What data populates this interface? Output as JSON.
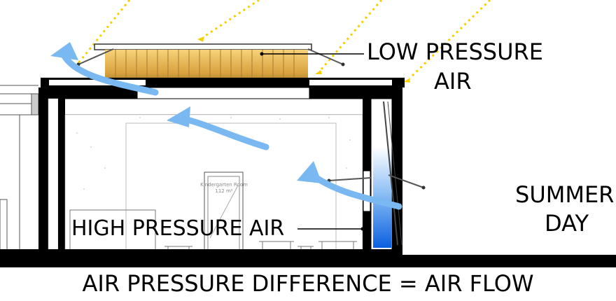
{
  "labels": {
    "low_pressure_line1": "LOW PRESSURE",
    "low_pressure_line2": "AIR",
    "high_pressure": "HIGH PRESSURE AIR",
    "season_line1": "SUMMER",
    "season_line2": "DAY",
    "caption": "AIR PRESSURE DIFFERENCE = AIR FLOW",
    "room_name": "Kindergarten Room",
    "room_area": "112 m²"
  },
  "colors": {
    "sun_rays": "#f4d000",
    "air_flow": "#7ab8f2",
    "wall": "#000000",
    "skylight": "#e8b64a",
    "window_glow": "#1a6fe0"
  }
}
